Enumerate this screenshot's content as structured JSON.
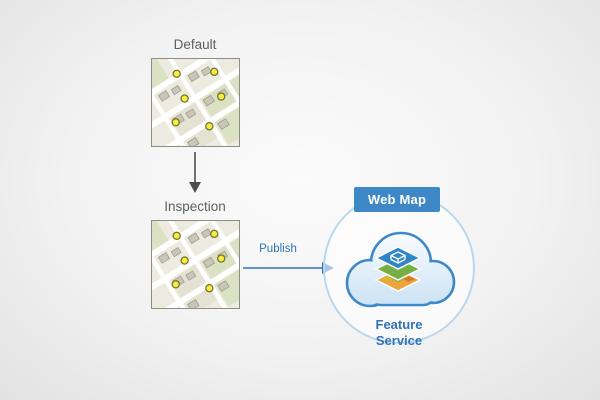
{
  "diagram": {
    "default": {
      "label": "Default"
    },
    "inspection": {
      "label": "Inspection"
    },
    "publish": {
      "label": "Publish"
    },
    "web_map": {
      "label": "Web Map"
    },
    "feature_service": {
      "label": "Feature\nService"
    }
  },
  "colors": {
    "accent_blue": "#3e88c7",
    "text_blue": "#2f74b6",
    "label_gray": "#5e5e5e",
    "arrow_gray": "#4d4d4d",
    "circle_ring_blue": "#b9d8ef",
    "cloud_fill_bottom": "#c3ddf2",
    "map_background": "#edebdf",
    "map_point_yellow": "#f8ec3d",
    "layer_top_blue": "#2e86c8",
    "layer_middle_green": "#76b043",
    "layer_bottom_orange": "#eea33b"
  },
  "icons": {
    "arrow_down": "arrow-down-icon",
    "publish_arrow": "publish-arrow-icon",
    "cloud": "cloud-icon",
    "layers": "layers-icon",
    "map_point": "map-point-marker"
  }
}
